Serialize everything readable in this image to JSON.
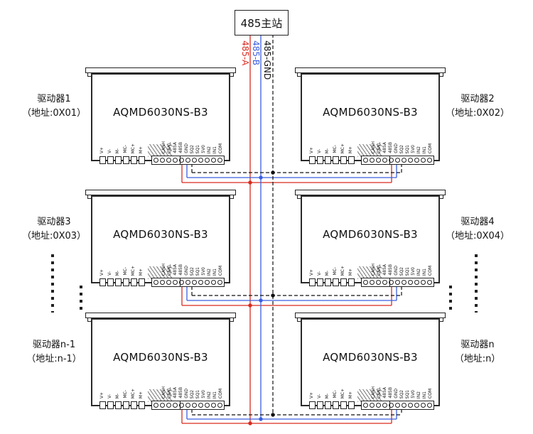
{
  "master": {
    "label": "485主站"
  },
  "bus": {
    "wires": [
      {
        "label": "485-A",
        "color": "#d92b1f",
        "style": "solid"
      },
      {
        "label": "485-B",
        "color": "#3b5fe0",
        "style": "solid"
      },
      {
        "label": "485-GND",
        "color": "#111111",
        "style": "dashed"
      }
    ]
  },
  "drivers": [
    {
      "model": "AQMD6030NS-B3",
      "name": "驱动器1",
      "address": "（地址:0X01）"
    },
    {
      "model": "AQMD6030NS-B3",
      "name": "驱动器2",
      "address": "（地址:0X02）"
    },
    {
      "model": "AQMD6030NS-B3",
      "name": "驱动器3",
      "address": "（地址:0X03）"
    },
    {
      "model": "AQMD6030NS-B3",
      "name": "驱动器4",
      "address": "（地址:0X04）"
    },
    {
      "model": "AQMD6030NS-B3",
      "name": "驱动器n-1",
      "address": "（地址:n-1）"
    },
    {
      "model": "AQMD6030NS-B3",
      "name": "驱动器n",
      "address": "（地址:n）"
    }
  ],
  "pins": {
    "power": [
      "V+",
      "V-",
      "M-",
      "MC-",
      "MC+",
      "M+"
    ],
    "signal": [
      "CANH",
      "CANL",
      "485A",
      "485B",
      "GND",
      "SQ2",
      "SQ1",
      "5V0",
      "IN2",
      "IN1",
      "COM"
    ]
  }
}
